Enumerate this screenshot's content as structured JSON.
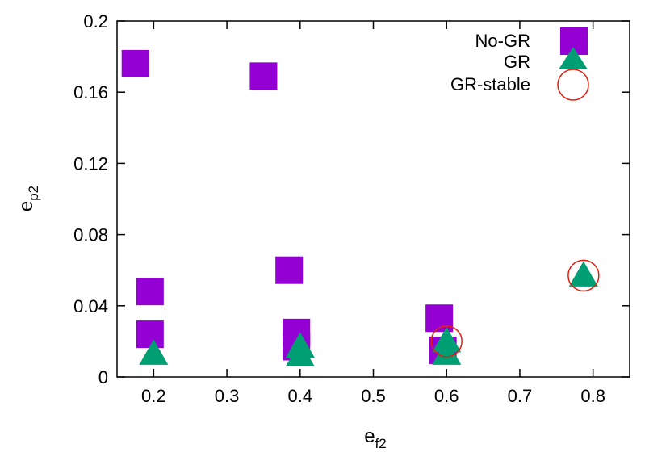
{
  "chart_data": {
    "type": "scatter",
    "xlabel": {
      "base": "e",
      "sub": "f2"
    },
    "ylabel": {
      "base": "e",
      "sub": "p2"
    },
    "xlim": [
      0.15,
      0.85
    ],
    "ylim": [
      0,
      0.2
    ],
    "xticks": [
      0.2,
      0.3,
      0.4,
      0.5,
      0.6,
      0.7,
      0.8
    ],
    "yticks": [
      0,
      0.04,
      0.08,
      0.12,
      0.16,
      0.2
    ],
    "xtick_labels": [
      "0.2",
      "0.3",
      "0.4",
      "0.5",
      "0.6",
      "0.7",
      "0.8"
    ],
    "ytick_labels": [
      "0",
      "0.04",
      "0.08",
      "0.12",
      "0.16",
      "0.2"
    ],
    "grid": false,
    "legend_position": "top-right",
    "series": [
      {
        "name": "No-GR",
        "marker": "square",
        "color": "#9400D3",
        "points": [
          {
            "x": 0.175,
            "y": 0.176
          },
          {
            "x": 0.35,
            "y": 0.169
          },
          {
            "x": 0.195,
            "y": 0.048
          },
          {
            "x": 0.195,
            "y": 0.024
          },
          {
            "x": 0.385,
            "y": 0.06
          },
          {
            "x": 0.395,
            "y": 0.025
          },
          {
            "x": 0.395,
            "y": 0.017
          },
          {
            "x": 0.59,
            "y": 0.033
          },
          {
            "x": 0.595,
            "y": 0.015
          }
        ]
      },
      {
        "name": "GR",
        "marker": "triangle",
        "color": "#009E73",
        "points": [
          {
            "x": 0.2,
            "y": 0.013
          },
          {
            "x": 0.4,
            "y": 0.017
          },
          {
            "x": 0.4,
            "y": 0.012
          },
          {
            "x": 0.6,
            "y": 0.02
          },
          {
            "x": 0.6,
            "y": 0.013
          },
          {
            "x": 0.787,
            "y": 0.057
          }
        ]
      },
      {
        "name": "GR-stable",
        "marker": "open-circle",
        "color": "#E51E10",
        "points": [
          {
            "x": 0.6,
            "y": 0.02
          },
          {
            "x": 0.787,
            "y": 0.057
          }
        ]
      }
    ]
  }
}
